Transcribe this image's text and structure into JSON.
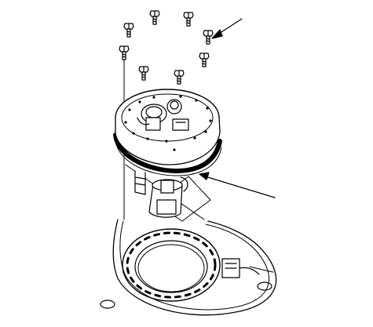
{
  "figure": {
    "kind": "exploded-technical-illustration",
    "subject_parts": [
      "mounting-bolts",
      "fuel-pump-flange",
      "flange-gasket",
      "fuel-pump-assembly",
      "fuel-tank-opening",
      "fuel-tank",
      "electrical-connector"
    ],
    "callouts": [
      {
        "name": "bolt-callout-arrow",
        "label": ""
      },
      {
        "name": "gasket-callout-arrow",
        "label": ""
      }
    ],
    "colors": {
      "ink": "#000000",
      "paper": "#ffffff"
    }
  }
}
